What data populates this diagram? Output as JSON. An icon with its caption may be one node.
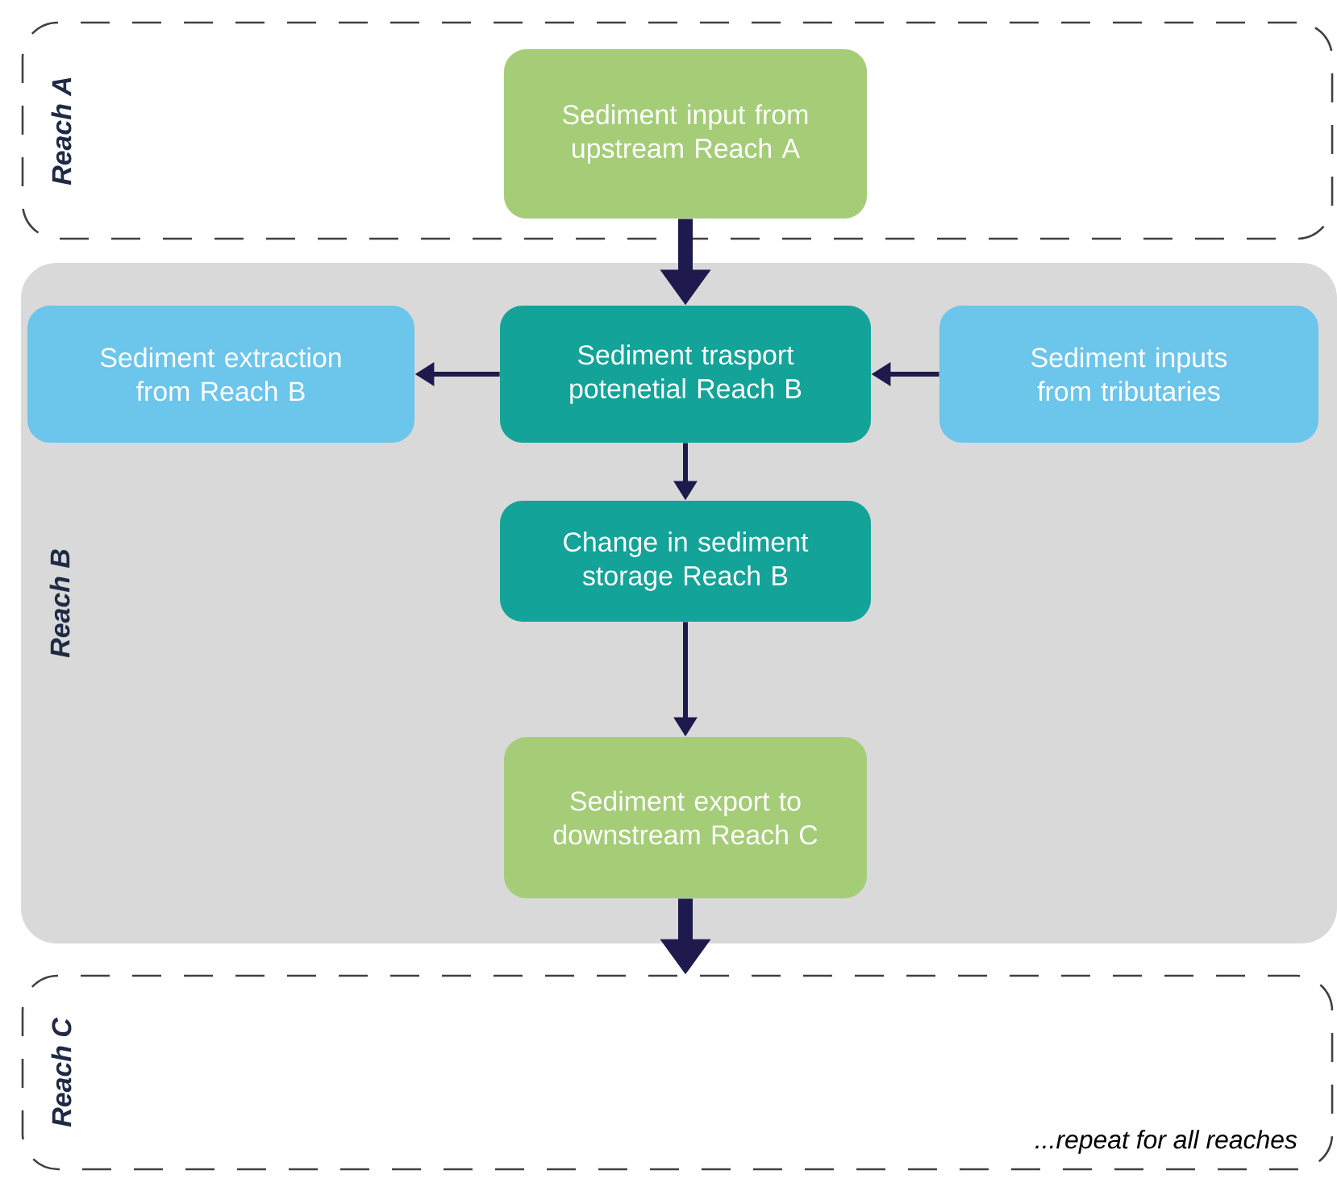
{
  "diagram": {
    "nodes": [
      {
        "text": [
          "Reach A"
        ]
      },
      {
        "text": [
          "Sediment input from upstream Reach A"
        ],
        "in": 0
      },
      {
        "text": [
          "Reach B"
        ]
      },
      {
        "text": [
          "Sediment extraction from Reach B"
        ],
        "in": 2
      },
      {
        "text": [
          "Sediment trasport potenetial Reach B"
        ],
        "in": 2
      },
      {
        "text": [
          "Sediment inputs from tributaries"
        ],
        "in": 2
      },
      {
        "text": [
          "Change in sediment storage Reach B"
        ],
        "in": 2
      },
      {
        "text": [
          "Sediment export to downstream Reach C"
        ],
        "in": 2
      },
      {
        "text": [
          "Reach C"
        ]
      }
    ],
    "edges": [
      {
        "from": 1,
        "to": 4,
        "arrow": "to",
        "style": "thick"
      },
      {
        "from": 4,
        "to": 3,
        "arrow": "to"
      },
      {
        "from": 5,
        "to": 4,
        "arrow": "to"
      },
      {
        "from": 4,
        "to": 6,
        "arrow": "to"
      },
      {
        "from": 6,
        "to": 7,
        "arrow": "to"
      },
      {
        "from": 7,
        "to": 8,
        "arrow": "to",
        "style": "thick"
      }
    ],
    "labels": [
      "...repeat for all reaches"
    ]
  }
}
